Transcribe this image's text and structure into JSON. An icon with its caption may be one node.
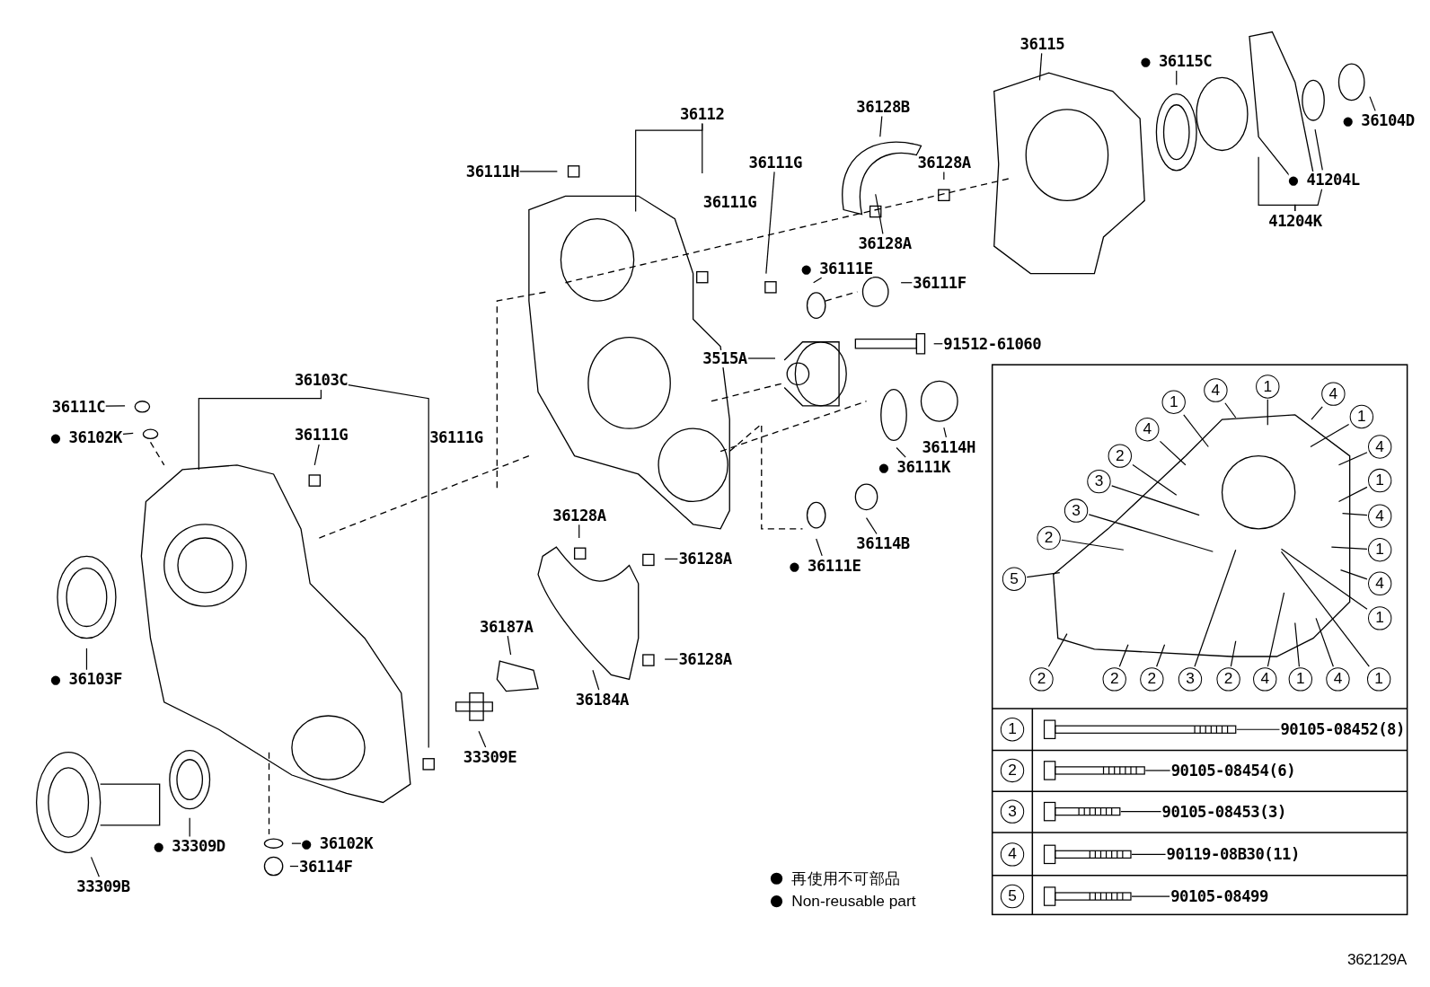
{
  "diagram": {
    "nodes": [
      {
        "text": [
          "36115"
        ]
      },
      {
        "text": [
          "● 36115C"
        ]
      },
      {
        "text": [
          "36128B"
        ]
      },
      {
        "text": [
          "36112"
        ]
      },
      {
        "text": [
          "● 36104D"
        ]
      },
      {
        "text": [
          "36111G"
        ]
      },
      {
        "text": [
          "36128A"
        ]
      },
      {
        "text": [
          "36111H"
        ]
      },
      {
        "text": [
          "● 41204L"
        ]
      },
      {
        "text": [
          "41204K"
        ]
      },
      {
        "text": [
          "36128A"
        ]
      },
      {
        "text": [
          "● 36111E"
        ]
      },
      {
        "text": [
          "36111F"
        ]
      },
      {
        "text": [
          "91512-61060"
        ]
      },
      {
        "text": [
          "3515A"
        ]
      },
      {
        "text": [
          "36103C"
        ]
      },
      {
        "text": [
          "36111C"
        ]
      },
      {
        "text": [
          "36111G"
        ]
      },
      {
        "text": [
          "● 36102K"
        ]
      },
      {
        "text": [
          "36114H"
        ]
      },
      {
        "text": [
          "● 36111K"
        ]
      },
      {
        "text": [
          "36128A"
        ]
      },
      {
        "text": [
          "36114B"
        ]
      },
      {
        "text": [
          "36128A"
        ]
      },
      {
        "text": [
          "● 36111E"
        ]
      },
      {
        "text": [
          "36187A"
        ]
      },
      {
        "text": [
          "36128A"
        ]
      },
      {
        "text": [
          "● 36103F"
        ]
      },
      {
        "text": [
          "36184A"
        ]
      },
      {
        "text": [
          "33309E"
        ]
      },
      {
        "text": [
          "● 36102K"
        ]
      },
      {
        "text": [
          "● 33309D"
        ]
      },
      {
        "text": [
          "36114F"
        ]
      },
      {
        "text": [
          "33309B"
        ]
      },
      {
        "text": [
          "1"
        ]
      },
      {
        "text": [
          "4"
        ]
      },
      {
        "text": [
          "1"
        ]
      },
      {
        "text": [
          "4"
        ]
      },
      {
        "text": [
          "1"
        ]
      },
      {
        "text": [
          "4"
        ]
      },
      {
        "text": [
          "1"
        ]
      },
      {
        "text": [
          "4"
        ]
      },
      {
        "text": [
          "1"
        ]
      },
      {
        "text": [
          "4"
        ]
      },
      {
        "text": [
          "1"
        ]
      },
      {
        "text": [
          "4"
        ]
      },
      {
        "text": [
          "2"
        ]
      },
      {
        "text": [
          "3"
        ]
      },
      {
        "text": [
          "3"
        ]
      },
      {
        "text": [
          "2"
        ]
      },
      {
        "text": [
          "5"
        ]
      },
      {
        "text": [
          "2"
        ]
      },
      {
        "text": [
          "2"
        ]
      },
      {
        "text": [
          "2"
        ]
      },
      {
        "text": [
          "3"
        ]
      },
      {
        "text": [
          "2"
        ]
      },
      {
        "text": [
          "4"
        ]
      },
      {
        "text": [
          "1"
        ]
      },
      {
        "text": [
          "4"
        ]
      },
      {
        "text": [
          "1"
        ]
      },
      {
        "text": [
          "90105-08452(8)"
        ]
      },
      {
        "text": [
          "90105-08454(6)"
        ]
      },
      {
        "text": [
          "90105-08453(3)"
        ]
      },
      {
        "text": [
          "90119-08B30(11)"
        ]
      },
      {
        "text": [
          "90105-08499"
        ]
      },
      {
        "text": [
          "1"
        ]
      },
      {
        "text": [
          "2"
        ]
      },
      {
        "text": [
          "3"
        ]
      },
      {
        "text": [
          "4"
        ]
      },
      {
        "text": [
          "5"
        ]
      },
      {
        "text": [],
        "shape": "picture"
      },
      {
        "text": [],
        "shape": "picture"
      },
      {
        "text": [],
        "shape": "picture"
      },
      {
        "text": [],
        "shape": "picture"
      },
      {
        "text": [],
        "shape": "picture"
      }
    ],
    "edges": [
      {
        "from": 0,
        "to": null,
        "arrow": "none"
      },
      {
        "from": 1,
        "to": null,
        "arrow": "none"
      },
      {
        "from": 2,
        "to": null,
        "arrow": "none"
      },
      {
        "from": 3,
        "to": null,
        "arrow": "none"
      },
      {
        "from": 3,
        "to": null,
        "arrow": "none"
      },
      {
        "from": 4,
        "to": null,
        "arrow": "none"
      },
      {
        "from": 5,
        "to": null,
        "arrow": "none"
      },
      {
        "from": 6,
        "to": null,
        "arrow": "none"
      },
      {
        "from": 7,
        "to": null,
        "arrow": "none"
      },
      {
        "from": 8,
        "to": null,
        "arrow": "none"
      },
      {
        "from": 9,
        "to": null,
        "arrow": "none"
      },
      {
        "from": 9,
        "to": 8,
        "arrow": "none"
      },
      {
        "from": 10,
        "to": null,
        "arrow": "none"
      },
      {
        "from": 11,
        "to": null,
        "arrow": "none"
      },
      {
        "from": 12,
        "to": null,
        "arrow": "none"
      },
      {
        "from": 13,
        "to": null,
        "arrow": "none"
      },
      {
        "from": 14,
        "to": null,
        "arrow": "none"
      },
      {
        "from": 15,
        "to": null,
        "arrow": "none"
      },
      {
        "from": 15,
        "to": null,
        "arrow": "none"
      },
      {
        "from": 16,
        "to": null,
        "arrow": "none"
      },
      {
        "from": 17,
        "to": null,
        "arrow": "none"
      },
      {
        "from": 18,
        "to": null,
        "arrow": "none"
      },
      {
        "from": 19,
        "to": null,
        "arrow": "none"
      },
      {
        "from": 20,
        "to": null,
        "arrow": "none"
      },
      {
        "from": 21,
        "to": null,
        "arrow": "none"
      },
      {
        "from": 22,
        "to": null,
        "arrow": "none"
      },
      {
        "from": 23,
        "to": null,
        "arrow": "none"
      },
      {
        "from": 24,
        "to": null,
        "arrow": "none"
      },
      {
        "from": 25,
        "to": null,
        "arrow": "none"
      },
      {
        "from": 26,
        "to": null,
        "arrow": "none"
      },
      {
        "from": 27,
        "to": null,
        "arrow": "none"
      },
      {
        "from": 28,
        "to": null,
        "arrow": "none"
      },
      {
        "from": 29,
        "to": null,
        "arrow": "none"
      },
      {
        "from": 30,
        "to": null,
        "arrow": "none"
      },
      {
        "from": 31,
        "to": null,
        "arrow": "none"
      },
      {
        "from": 32,
        "to": null,
        "arrow": "none"
      },
      {
        "from": 33,
        "to": null,
        "arrow": "none"
      },
      {
        "from": 34,
        "to": null,
        "arrow": "none"
      },
      {
        "from": 35,
        "to": null,
        "arrow": "none"
      },
      {
        "from": 36,
        "to": null,
        "arrow": "none"
      },
      {
        "from": 37,
        "to": null,
        "arrow": "none"
      },
      {
        "from": 38,
        "to": null,
        "arrow": "none"
      },
      {
        "from": 39,
        "to": null,
        "arrow": "none"
      },
      {
        "from": 40,
        "to": null,
        "arrow": "none"
      },
      {
        "from": 41,
        "to": null,
        "arrow": "none"
      },
      {
        "from": 42,
        "to": null,
        "arrow": "none"
      },
      {
        "from": 43,
        "to": null,
        "arrow": "none"
      },
      {
        "from": 44,
        "to": null,
        "arrow": "none"
      },
      {
        "from": 45,
        "to": null,
        "arrow": "none"
      },
      {
        "from": 46,
        "to": null,
        "arrow": "none"
      },
      {
        "from": 47,
        "to": null,
        "arrow": "none"
      },
      {
        "from": 48,
        "to": null,
        "arrow": "none"
      },
      {
        "from": 49,
        "to": null,
        "arrow": "none"
      },
      {
        "from": 50,
        "to": null,
        "arrow": "none"
      },
      {
        "from": 51,
        "to": null,
        "arrow": "none"
      },
      {
        "from": 52,
        "to": null,
        "arrow": "none"
      },
      {
        "from": 53,
        "to": null,
        "arrow": "none"
      },
      {
        "from": 54,
        "to": null,
        "arrow": "none"
      },
      {
        "from": 55,
        "to": null,
        "arrow": "none"
      },
      {
        "from": 56,
        "to": null,
        "arrow": "none"
      },
      {
        "from": 57,
        "to": null,
        "arrow": "none"
      },
      {
        "from": 58,
        "to": null,
        "arrow": "none"
      },
      {
        "from": 59,
        "to": null,
        "arrow": "none"
      },
      {
        "from": 60,
        "to": 70,
        "arrow": "none"
      },
      {
        "from": 61,
        "to": 71,
        "arrow": "none"
      },
      {
        "from": 62,
        "to": 72,
        "arrow": "none"
      },
      {
        "from": 63,
        "to": 73,
        "arrow": "none"
      },
      {
        "from": 64,
        "to": 74,
        "arrow": "none"
      }
    ],
    "labels": [
      "36111G",
      "36111G",
      "362129A"
    ],
    "legend": [
      {
        "text": "再使用不可部品"
      },
      {
        "text": "Non-reusable part"
      }
    ]
  }
}
